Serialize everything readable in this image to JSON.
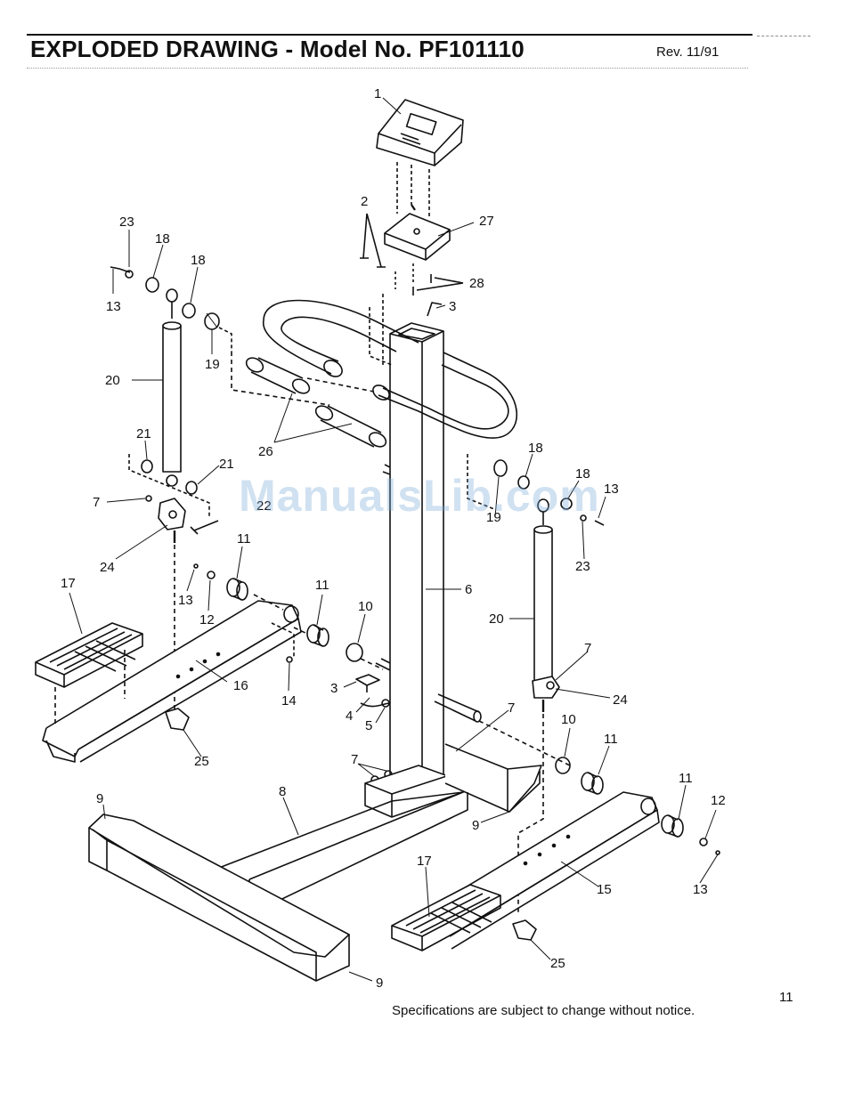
{
  "header": {
    "title": "EXPLODED DRAWING - Model No. PF101110",
    "revision": "Rev. 11/91"
  },
  "watermark": "ManualsLib.com",
  "callouts": {
    "c1": "1",
    "c2": "2",
    "c27": "27",
    "c28": "28",
    "c3a": "3",
    "c23a": "23",
    "c18a": "18",
    "c18b": "18",
    "c13a": "13",
    "c19a": "19",
    "c20a": "20",
    "c21a": "21",
    "c21b": "21",
    "c26": "26",
    "c7a": "7",
    "c22": "22",
    "c24a": "24",
    "c11a": "11",
    "c13b": "13",
    "c12a": "12",
    "c17a": "17",
    "c11b": "11",
    "c10a": "10",
    "c16": "16",
    "c14": "14",
    "c3b": "3",
    "c4": "4",
    "c5": "5",
    "c6": "6",
    "c25a": "25",
    "c18c": "18",
    "c18d": "18",
    "c13c": "13",
    "c19b": "19",
    "c23b": "23",
    "c20b": "20",
    "c7b": "7",
    "c24b": "24",
    "c7c": "7",
    "c7d": "7",
    "c10b": "10",
    "c11c": "11",
    "c8": "8",
    "c9a": "9",
    "c9b": "9",
    "c11d": "11",
    "c12b": "12",
    "c13d": "13",
    "c17b": "17",
    "c15": "15",
    "c25b": "25",
    "c9c": "9"
  },
  "footer": {
    "note": "Specifications are subject to change without notice.",
    "page_number": "11"
  }
}
